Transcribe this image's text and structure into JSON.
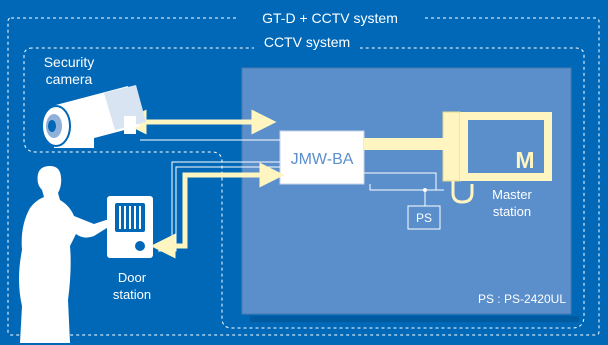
{
  "outer_system_label": "GT-D + CCTV system",
  "inner_system_label": "CCTV system",
  "camera": {
    "label_line1": "Security",
    "label_line2": "camera",
    "icon": "security-camera-icon"
  },
  "adapter": {
    "label": "JMW-BA"
  },
  "master": {
    "letter": "M",
    "label_line1": "Master",
    "label_line2": "station",
    "icon": "master-station-monitor-icon"
  },
  "power_supply": {
    "label": "PS"
  },
  "door": {
    "label_line1": "Door",
    "label_line2": "station",
    "icon": "door-station-icon"
  },
  "person": {
    "icon": "person-silhouette-icon"
  },
  "footnote": "PS  :  PS-2420UL",
  "colors": {
    "background": "#0068b7",
    "panel": "#5a8fcc",
    "arrow": "#fff5c0",
    "line": "#ffffff"
  }
}
